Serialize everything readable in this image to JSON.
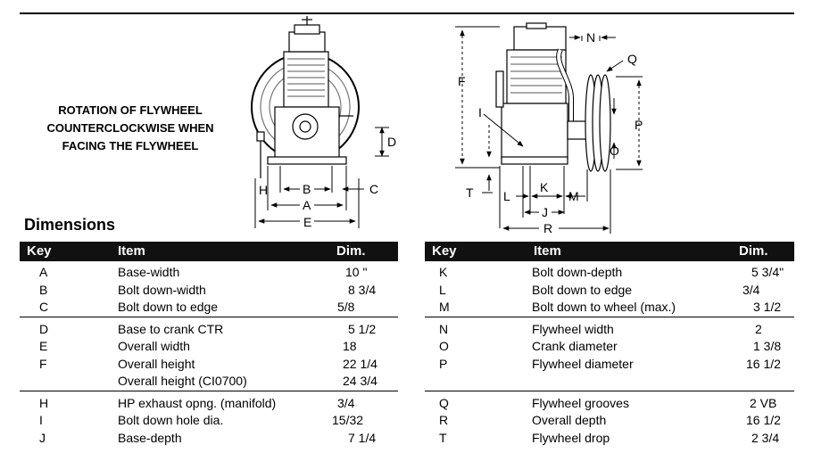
{
  "rotation_note": [
    "ROTATION OF FLYWHEEL",
    "COUNTERCLOCKWISE WHEN",
    "FACING THE FLYWHEEL"
  ],
  "front_view_labels": [
    "A",
    "B",
    "C",
    "D",
    "E",
    "H"
  ],
  "side_view_labels": [
    "F",
    "I",
    "J",
    "K",
    "L",
    "M",
    "N",
    "O",
    "P",
    "Q",
    "R",
    "T"
  ],
  "dimensions_heading": "Dimensions",
  "columns": {
    "key": "Key",
    "item": "Item",
    "dim": "Dim."
  },
  "left_table": [
    [
      {
        "key": "A",
        "item": "Base-width",
        "dim": "10 \""
      },
      {
        "key": "B",
        "item": "Bolt down-width",
        "dim": "8 3/4"
      },
      {
        "key": "C",
        "item": "Bolt down to edge",
        "dim": "5/8"
      }
    ],
    [
      {
        "key": "D",
        "item": "Base to crank CTR",
        "dim": "5 1/2"
      },
      {
        "key": "E",
        "item": "Overall width",
        "dim": "18"
      },
      {
        "key": "F",
        "item": "Overall height",
        "dim": "22 1/4"
      },
      {
        "key": "",
        "item": "Overall height (CI0700)",
        "dim": "24 3/4"
      }
    ],
    [
      {
        "key": "H",
        "item": "HP exhaust opng. (manifold)",
        "dim": "3/4"
      },
      {
        "key": "I",
        "item": "Bolt down hole dia.",
        "dim": "15/32"
      },
      {
        "key": "J",
        "item": "Base-depth",
        "dim": "7 1/4"
      }
    ]
  ],
  "right_table": [
    [
      {
        "key": "K",
        "item": "Bolt down-depth",
        "dim": "5 3/4\""
      },
      {
        "key": "L",
        "item": "Bolt down to edge",
        "dim": "3/4"
      },
      {
        "key": "M",
        "item": "Bolt down to wheel (max.)",
        "dim": "3 1/2"
      }
    ],
    [
      {
        "key": "N",
        "item": "Flywheel width",
        "dim": "2"
      },
      {
        "key": "O",
        "item": "Crank diameter",
        "dim": "1 3/8"
      },
      {
        "key": "P",
        "item": "Flywheel diameter",
        "dim": "16 1/2"
      },
      {
        "key": "",
        "item": "",
        "dim": ""
      }
    ],
    [
      {
        "key": "Q",
        "item": "Flywheel grooves",
        "dim": "2 VB"
      },
      {
        "key": "R",
        "item": "Overall depth",
        "dim": "16 1/2"
      },
      {
        "key": "T",
        "item": "Flywheel drop",
        "dim": "2 3/4"
      }
    ]
  ]
}
